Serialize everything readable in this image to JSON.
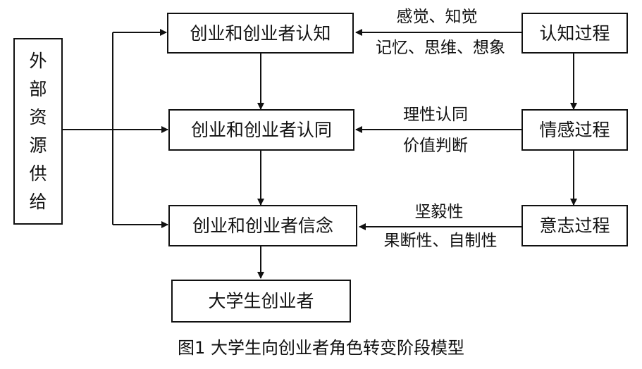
{
  "left_box": {
    "chars": [
      "外",
      "部",
      "资",
      "源",
      "供",
      "给"
    ]
  },
  "center_boxes": {
    "cognition": "创业和创业者认知",
    "identity": "创业和创业者认同",
    "belief": "创业和创业者信念",
    "result": "大学生创业者"
  },
  "right_boxes": {
    "cognitive": "认知过程",
    "emotional": "情感过程",
    "volitional": "意志过程"
  },
  "labels": {
    "cognitive_line1": "感觉、知觉",
    "cognitive_line2": "记忆、思维、想象",
    "emotional_line1": "理性认同",
    "emotional_line2": "价值判断",
    "volitional_line1": "坚毅性",
    "volitional_line2": "果断性、自制性"
  },
  "caption": "图1  大学生向创业者角色转变阶段模型"
}
